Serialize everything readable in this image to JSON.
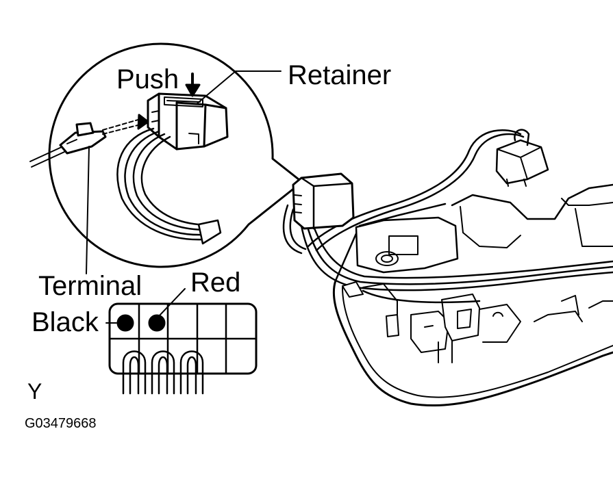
{
  "labels": {
    "push": "Push",
    "retainer": "Retainer",
    "terminal": "Terminal",
    "red": "Red",
    "black": "Black",
    "y": "Y",
    "figure_code": "G03479668"
  },
  "colors": {
    "ink": "#000000",
    "paper": "#ffffff"
  }
}
